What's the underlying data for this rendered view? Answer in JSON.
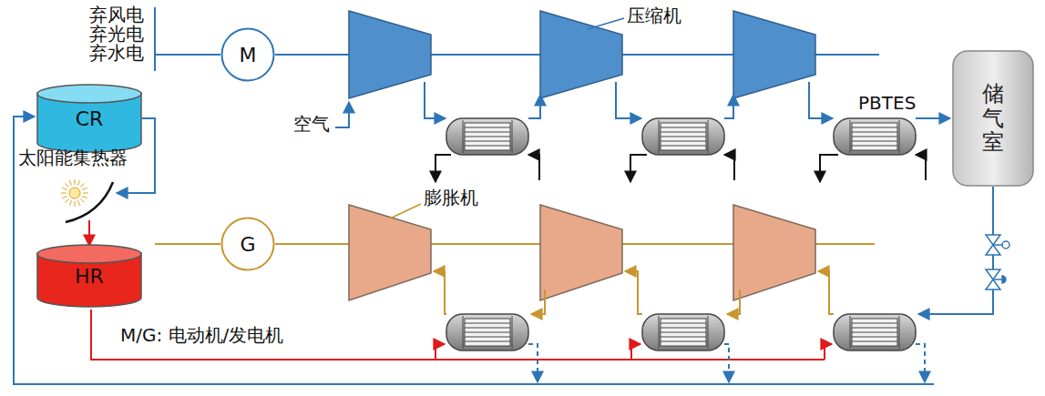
{
  "diagram": {
    "nodes": [
      {
        "text": [
          "CR"
        ]
      },
      {
        "text": [
          "M"
        ]
      },
      {
        "text": [
          "储气室"
        ]
      },
      {
        "text": [
          "HR"
        ]
      },
      {
        "text": [
          "G"
        ]
      }
    ],
    "edges": [
      {
        "from": 0,
        "to": 3,
        "arrow": "to"
      }
    ],
    "labels": [
      "弃风电",
      "弃光电",
      "弃水电",
      "太阳能集热器",
      "压缩机",
      "PBTES",
      "空气",
      "膨胀机",
      "M/G: 电动机/发电机"
    ]
  }
}
